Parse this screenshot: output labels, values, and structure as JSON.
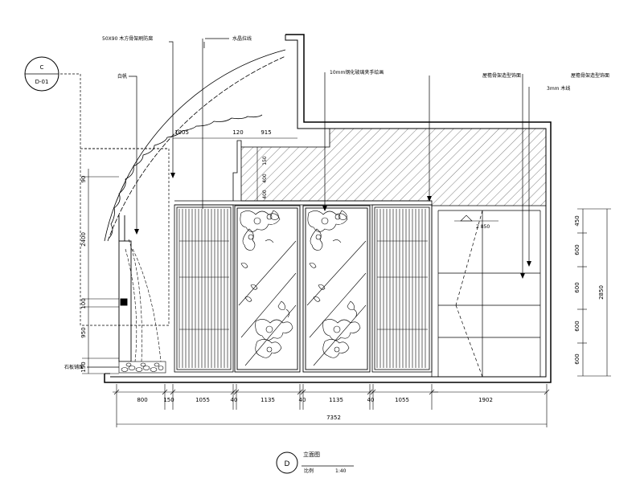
{
  "title": "立面图",
  "scale_label": "比例",
  "scale": "1:40",
  "view_marker": "D",
  "section_ref": {
    "letter": "C",
    "sheet": "D-01"
  },
  "annotations": {
    "a1": "50X90 木方骨架刷防腐",
    "a2": "水晶拉线",
    "a3": "白帆",
    "a4": "10mm钢化玻璃夹手绘画",
    "a5": "屋檐骨架造型饰面",
    "a6": "屋檐骨架造型饰面",
    "a7": "3mm 木线",
    "a8": "石板铺面",
    "level": "2 850"
  },
  "bottom_dims": [
    "800",
    "150",
    "1055",
    "40",
    "1135",
    "40",
    "1135",
    "40",
    "1055",
    "1902"
  ],
  "total_dim": "7352",
  "top_dims": [
    "1005",
    "120",
    "915"
  ],
  "left_dims": [
    "90",
    "2400",
    "100",
    "950",
    "150"
  ],
  "inner_dims": [
    "150",
    "400",
    "400"
  ],
  "right_dims": [
    "450",
    "600",
    "600",
    "600",
    "600"
  ],
  "right_total": "2850"
}
